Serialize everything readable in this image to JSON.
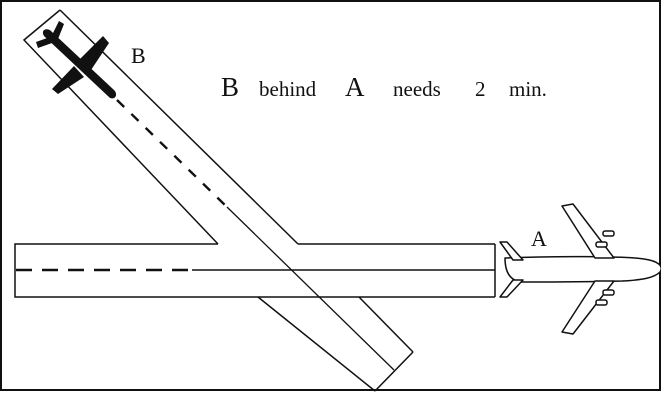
{
  "diagram": {
    "label_b": "B",
    "label_a": "A",
    "caption": {
      "part1": "B",
      "part2": "behind",
      "part3": "A",
      "part4": "needs",
      "part5": "2",
      "part6": "min."
    }
  },
  "colors": {
    "ink": "#111111",
    "background": "#ffffff"
  },
  "icons": [
    "dark-airplane-icon",
    "outline-airplane-icon"
  ]
}
